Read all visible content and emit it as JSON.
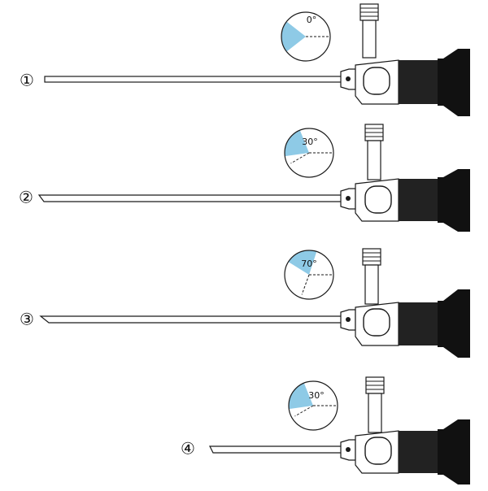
{
  "diagram": {
    "scopes": [
      {
        "number": "①",
        "angle_label": "0°",
        "view_angle_deg": 0
      },
      {
        "number": "②",
        "angle_label": "30°",
        "view_angle_deg": 30
      },
      {
        "number": "③",
        "angle_label": "70°",
        "view_angle_deg": 70
      },
      {
        "number": "④",
        "angle_label": "30°",
        "view_angle_deg": 30
      }
    ],
    "colors": {
      "line": "#1a1a1a",
      "fov_fill": "#8ecae6",
      "eyepiece": "#111111",
      "grip": "#222222"
    }
  }
}
